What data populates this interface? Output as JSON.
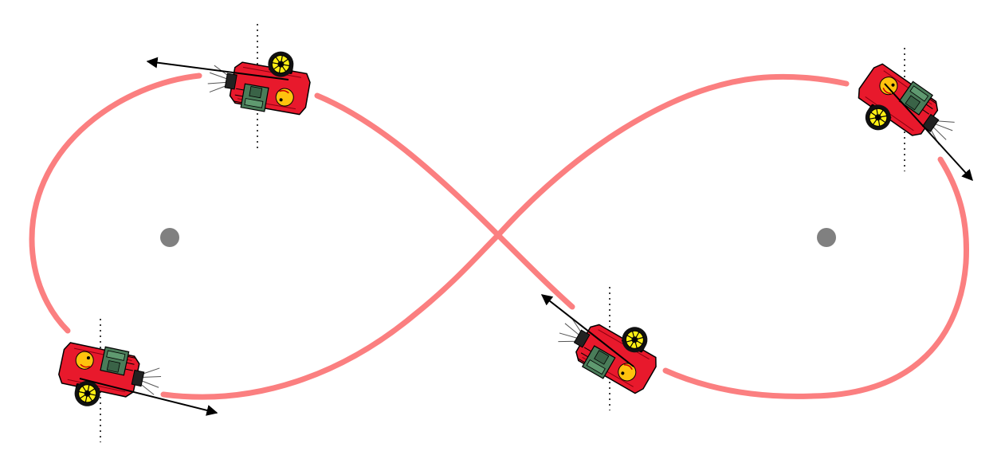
{
  "diagram": {
    "background": "#ffffff",
    "path_color": "#fb7f80",
    "center_color": "#808080",
    "robot": {
      "body_color": "#e8192c",
      "wheel_color": "#ffef14",
      "board_color": "#4a7c59",
      "face_color": "#ffc20e"
    },
    "arrow_color": "#000000",
    "guide_color": "#000000",
    "centers": [
      "left-center",
      "right-center"
    ],
    "robots": [
      {
        "id": "robot-top-left",
        "heading": "left"
      },
      {
        "id": "robot-top-right",
        "heading": "down-right"
      },
      {
        "id": "robot-bottom-left",
        "heading": "right"
      },
      {
        "id": "robot-bottom-center",
        "heading": "up-left"
      }
    ]
  }
}
